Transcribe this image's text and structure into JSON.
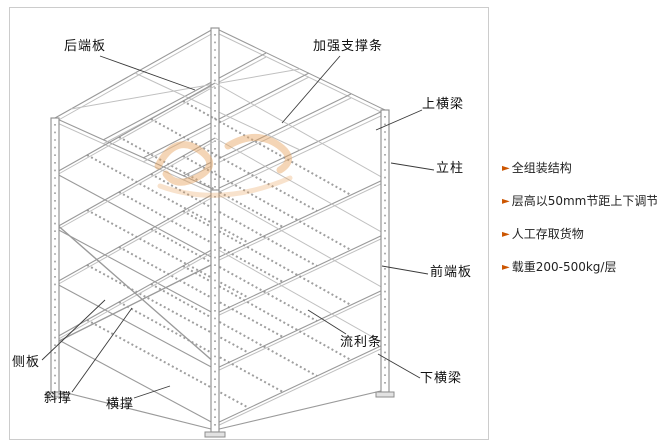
{
  "diagram_panel": {
    "labels": [
      {
        "id": "rear-end-plate",
        "text": "后端板"
      },
      {
        "id": "reinforce-strip",
        "text": "加强支撑条"
      },
      {
        "id": "upper-beam",
        "text": "上横梁"
      },
      {
        "id": "upright-column",
        "text": "立柱"
      },
      {
        "id": "front-end-plate",
        "text": "前端板"
      },
      {
        "id": "flow-rail",
        "text": "流利条"
      },
      {
        "id": "lower-beam",
        "text": "下横梁"
      },
      {
        "id": "side-plate",
        "text": "侧板"
      },
      {
        "id": "diagonal-brace",
        "text": "斜撑"
      },
      {
        "id": "horizontal-brace",
        "text": "横撑"
      }
    ]
  },
  "features": {
    "bullet_char": "►",
    "bullet_color": "#cc5500",
    "items": [
      "全组装结构",
      "层高以50mm节距上下调节",
      "人工存取货物",
      "载重200-500kg/层"
    ]
  },
  "colors": {
    "panel_border": "#cccccc",
    "drawing_line": "#9a9a9a",
    "label_text": "#111111",
    "watermark": "#e8a45f"
  }
}
